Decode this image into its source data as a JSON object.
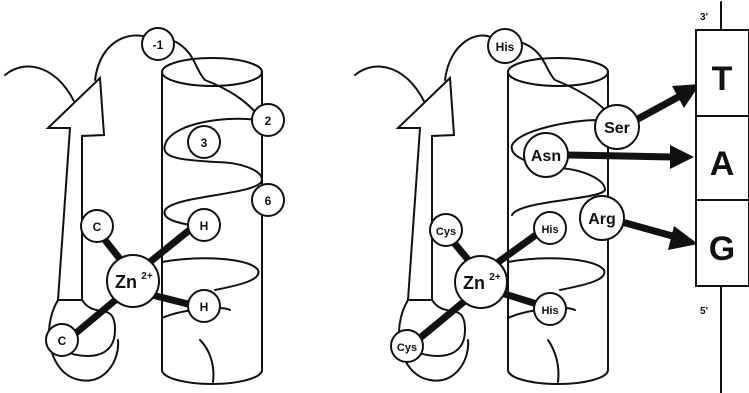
{
  "left_panel": {
    "residues": {
      "minus_one": "-1",
      "two": "2",
      "three": "3",
      "six": "6",
      "his_upper": "H",
      "his_lower": "H",
      "cys_upper": "C",
      "cys_lower": "C"
    },
    "zinc": {
      "symbol": "Zn",
      "charge": "2+"
    }
  },
  "right_panel": {
    "residues": {
      "his_top": "His",
      "ser": "Ser",
      "asn": "Asn",
      "arg": "Arg",
      "his_upper": "His",
      "his_lower": "His",
      "cys_upper": "Cys",
      "cys_lower": "Cys"
    },
    "zinc": {
      "symbol": "Zn",
      "charge": "2+"
    },
    "dna": {
      "end_top": "3'",
      "end_bottom": "5'",
      "bases": [
        "T",
        "A",
        "G"
      ]
    }
  }
}
